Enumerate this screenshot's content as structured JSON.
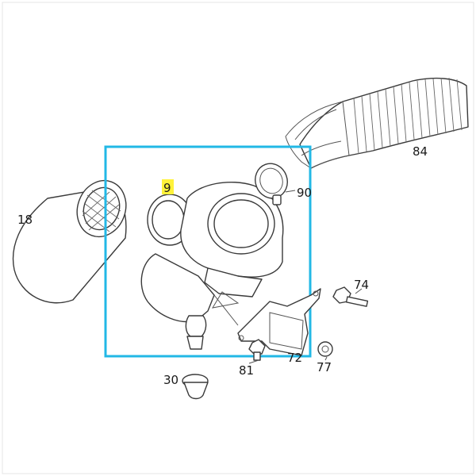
{
  "diagram": {
    "highlight_color": "#22b8e6",
    "label_highlight_color": "#fff23a",
    "callouts": {
      "part_9": "9",
      "part_18": "18",
      "part_30": "30",
      "part_72": "72",
      "part_74": "74",
      "part_77": "77",
      "part_81": "81",
      "part_84": "84",
      "part_90": "90"
    }
  }
}
